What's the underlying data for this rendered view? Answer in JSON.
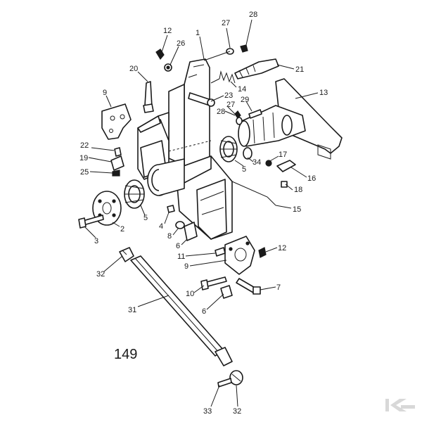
{
  "figure_number": "149",
  "callouts": [
    {
      "id": "c1",
      "text": "1"
    },
    {
      "id": "c12a",
      "text": "12"
    },
    {
      "id": "c26",
      "text": "26"
    },
    {
      "id": "c27a",
      "text": "27"
    },
    {
      "id": "c28a",
      "text": "28"
    },
    {
      "id": "c20",
      "text": "20"
    },
    {
      "id": "c21",
      "text": "21"
    },
    {
      "id": "c14",
      "text": "14"
    },
    {
      "id": "c9a",
      "text": "9"
    },
    {
      "id": "c23",
      "text": "23"
    },
    {
      "id": "c13",
      "text": "13"
    },
    {
      "id": "c27b",
      "text": "27"
    },
    {
      "id": "c28b",
      "text": "28"
    },
    {
      "id": "c29",
      "text": "29"
    },
    {
      "id": "c22",
      "text": "22"
    },
    {
      "id": "c19",
      "text": "19"
    },
    {
      "id": "c25",
      "text": "25"
    },
    {
      "id": "c5a",
      "text": "5"
    },
    {
      "id": "c34",
      "text": "34"
    },
    {
      "id": "c17",
      "text": "17"
    },
    {
      "id": "c16",
      "text": "16"
    },
    {
      "id": "c18",
      "text": "18"
    },
    {
      "id": "c15",
      "text": "15"
    },
    {
      "id": "c5b",
      "text": "5"
    },
    {
      "id": "c3",
      "text": "3"
    },
    {
      "id": "c2",
      "text": "2"
    },
    {
      "id": "c4",
      "text": "4"
    },
    {
      "id": "c8",
      "text": "8"
    },
    {
      "id": "c6a",
      "text": "6"
    },
    {
      "id": "c12b",
      "text": "12"
    },
    {
      "id": "c11",
      "text": "11"
    },
    {
      "id": "c9b",
      "text": "9"
    },
    {
      "id": "c32a",
      "text": "32"
    },
    {
      "id": "c10",
      "text": "10"
    },
    {
      "id": "c7",
      "text": "7"
    },
    {
      "id": "c6b",
      "text": "6"
    },
    {
      "id": "c31",
      "text": "31"
    },
    {
      "id": "c33",
      "text": "33"
    },
    {
      "id": "c32b",
      "text": "32"
    }
  ],
  "logo": {
    "name": "brand-logo-k",
    "color": "#d8d8d8"
  }
}
